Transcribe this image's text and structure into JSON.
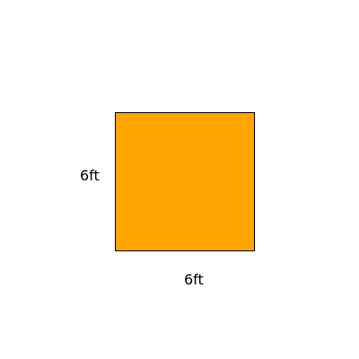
{
  "shape": {
    "type": "square",
    "fill_color": "#FFA500",
    "stroke_color": "#000000"
  },
  "labels": {
    "side": "6ft",
    "bottom": "6ft"
  }
}
